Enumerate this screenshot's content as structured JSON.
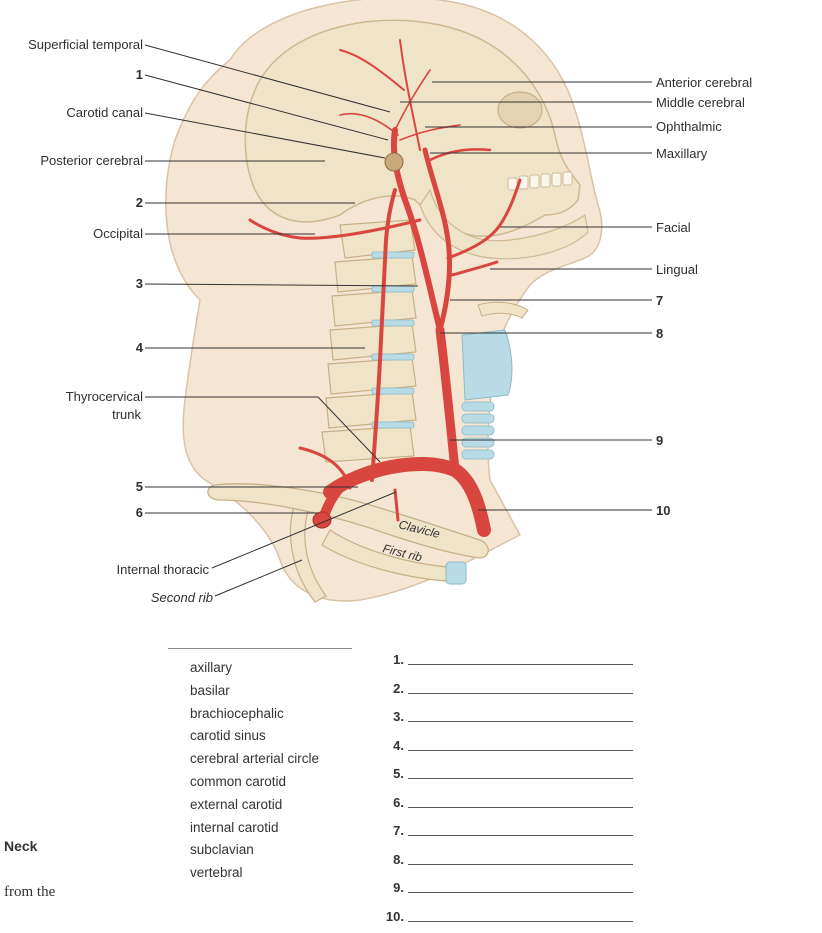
{
  "left_labels": [
    {
      "id": "superficial-temporal",
      "text": "Superficial temporal"
    },
    {
      "id": "carotid-canal",
      "text": "Carotid canal"
    },
    {
      "id": "posterior-cerebral",
      "text": "Posterior cerebral"
    },
    {
      "id": "occipital",
      "text": "Occipital"
    },
    {
      "id": "thyrocervical-1",
      "text": "Thyrocervical"
    },
    {
      "id": "thyrocervical-2",
      "text": "trunk"
    },
    {
      "id": "internal-thoracic",
      "text": "Internal thoracic"
    },
    {
      "id": "second-rib",
      "text": "Second rib"
    }
  ],
  "right_labels": [
    {
      "id": "anterior-cerebral",
      "text": "Anterior cerebral"
    },
    {
      "id": "middle-cerebral",
      "text": "Middle cerebral"
    },
    {
      "id": "ophthalmic",
      "text": "Ophthalmic"
    },
    {
      "id": "maxillary",
      "text": "Maxillary"
    },
    {
      "id": "facial",
      "text": "Facial"
    },
    {
      "id": "lingual",
      "text": "Lingual"
    }
  ],
  "number_labels": [
    "1",
    "2",
    "3",
    "4",
    "5",
    "6",
    "7",
    "8",
    "9",
    "10"
  ],
  "bone_labels": {
    "clavicle": "Clavicle",
    "first_rib": "First rib"
  },
  "word_bank": [
    "axillary",
    "basilar",
    "brachiocephalic",
    "carotid sinus",
    "cerebral arterial circle",
    "common carotid",
    "external carotid",
    "internal carotid",
    "subclavian",
    "vertebral"
  ],
  "answer_numbers": [
    "1.",
    "2.",
    "3.",
    "4.",
    "5.",
    "6.",
    "7.",
    "8.",
    "9.",
    "10."
  ],
  "side_heading": "Neck",
  "side_text": "from the",
  "colors": {
    "skin": "#f4e6d2",
    "skin_edge": "#d9c3a6",
    "bone": "#efe3c8",
    "bone_shade": "#d8c7a2",
    "artery": "#d9463f",
    "artery_dark": "#a8302c",
    "cartilage": "#b9dbe6"
  }
}
